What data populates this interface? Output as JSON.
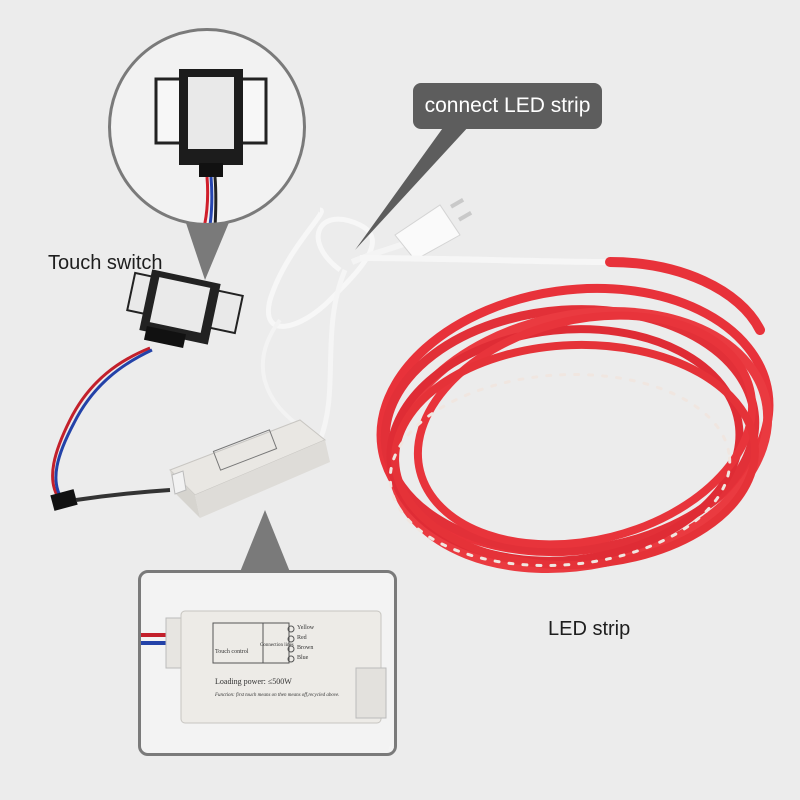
{
  "labels": {
    "touch_switch": "Touch switch",
    "connect_callout": "connect LED strip",
    "led_strip": "LED strip"
  },
  "controller_print": {
    "touch_control": "Touch control",
    "connection_lines": "Connection lines",
    "yellow": "Yellow",
    "red": "Red",
    "brown": "Brown",
    "blue": "Blue",
    "loading_power": "Loading power: ≤500W",
    "function": "Function: first touch means on then means off,recycled above."
  },
  "colors": {
    "background": "#ececec",
    "led_strip": "#e8323a",
    "callout": "#5d5d5d",
    "frame": "#7a7a7a"
  }
}
